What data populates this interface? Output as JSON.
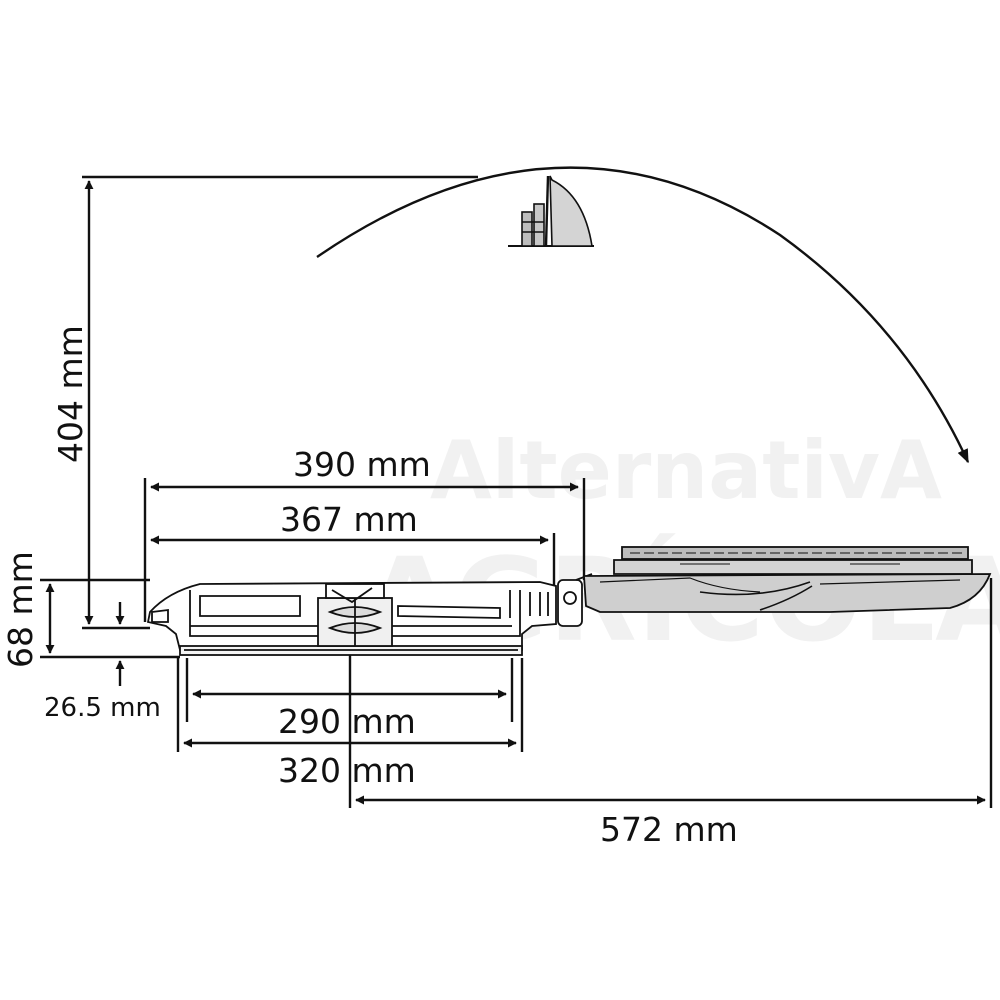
{
  "diagram": {
    "dimensions": {
      "height_open": "404 mm",
      "overall_outer_width": "390 mm",
      "frame_width": "367 mm",
      "height_total": "68 mm",
      "height_above_roof": "26.5 mm",
      "cutout_inner": "290 mm",
      "cutout_outer": "320 mm",
      "open_reach": "572 mm"
    },
    "watermark": {
      "line1": "AlternativA",
      "line2": "AGRÍCOLA"
    },
    "colors": {
      "line": "#111111",
      "lid_fill": "#d4d4d4",
      "lid_dark": "#9a9a9a",
      "watermark": "#f1f1f1"
    }
  }
}
